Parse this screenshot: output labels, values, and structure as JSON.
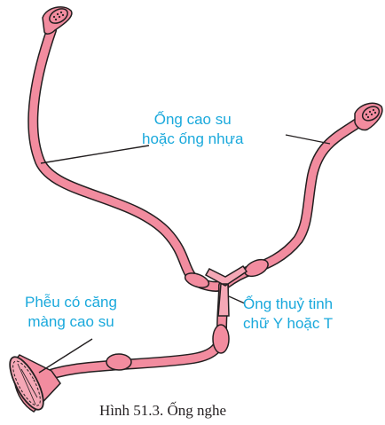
{
  "labels": {
    "tube": {
      "line1": "Ống cao su",
      "line2": "hoặc ống nhựa"
    },
    "glass_connector": {
      "line1": "Ống thuỷ tinh",
      "line2": "chữ Y hoặc T"
    },
    "funnel": {
      "line1": "Phễu có căng",
      "line2": "màng cao su"
    }
  },
  "caption": "Hình 51.3. Ống nghe",
  "colors": {
    "tube_fill": "#f28c9f",
    "outline": "#231f20",
    "label_text": "#1aa9dc"
  },
  "icons": [
    "earpiece-left-icon",
    "earpiece-right-icon",
    "rubber-tube",
    "y-connector",
    "funnel-membrane-icon"
  ]
}
